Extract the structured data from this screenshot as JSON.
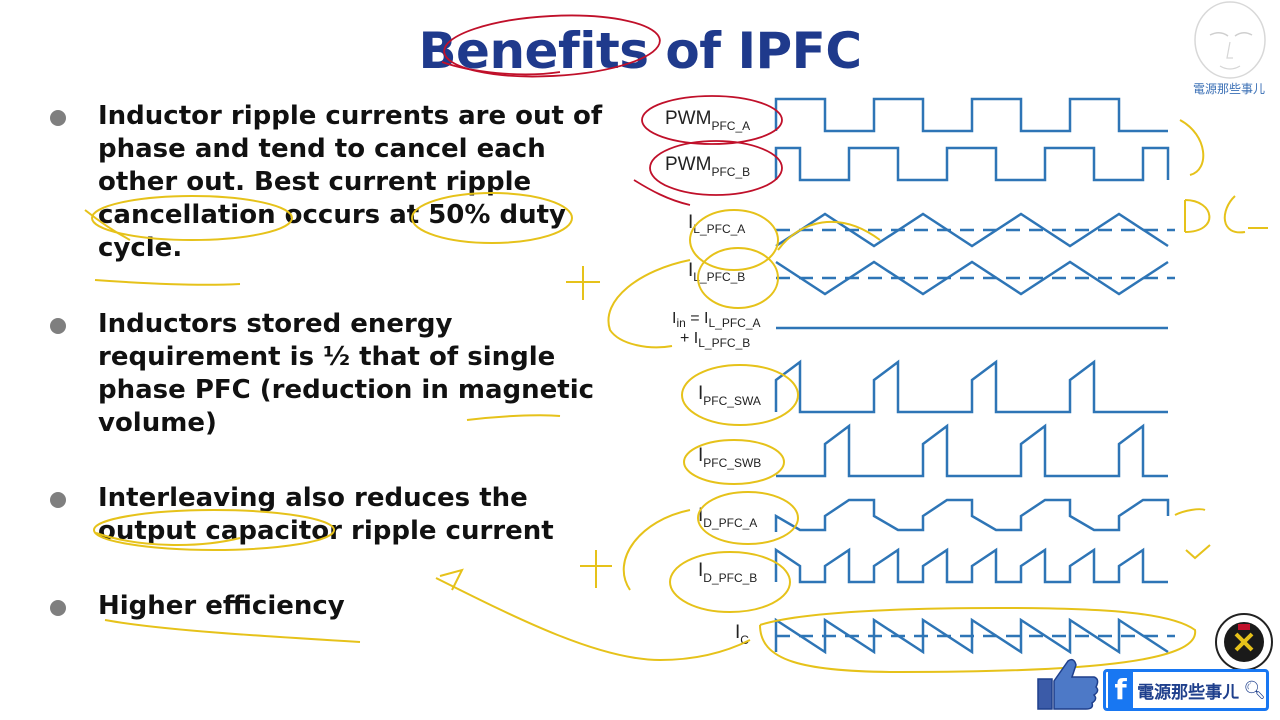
{
  "title": "Benefits of IPFC",
  "bullets": [
    "Inductor ripple currents are out of phase and tend to cancel each other out. Best current ripple cancellation occurs at 50% duty cycle.",
    "Inductors stored energy requirement is ½ that of single phase PFC (reduction in magnetic volume)",
    "Interleaving also reduces the output capacitor ripple current",
    "Higher efficiency"
  ],
  "signals": {
    "pwm_a": {
      "main": "PWM",
      "sub": "PFC_A"
    },
    "pwm_b": {
      "main": "PWM",
      "sub": "PFC_B"
    },
    "il_a": {
      "main": "I",
      "sub": "L_PFC_A"
    },
    "il_b": {
      "main": "I",
      "sub": "L_PFC_B"
    },
    "iin_line1": {
      "main": "I",
      "sub": "in",
      "mid": " = I",
      "sub2": "L_PFC_A"
    },
    "iin_line2": {
      "main": "+ I",
      "sub": "L_PFC_B"
    },
    "isw_a": {
      "main": "I",
      "sub": "PFC_SWA"
    },
    "isw_b": {
      "main": "I",
      "sub": "PFC_SWB"
    },
    "id_a": {
      "main": "I",
      "sub": "D_PFC_A"
    },
    "id_b": {
      "main": "I",
      "sub": "D_PFC_B"
    },
    "ic": {
      "main": "I",
      "sub": "C"
    }
  },
  "watermark": {
    "text": "電源那些事儿"
  },
  "facebook": {
    "label": "電源那些事ㄦ"
  },
  "colors": {
    "title": "#1f3a8c",
    "wave": "#2e75b6",
    "annotation_yellow": "#e6c21a",
    "annotation_red": "#c0102a",
    "fb_blue": "#1877f2"
  }
}
